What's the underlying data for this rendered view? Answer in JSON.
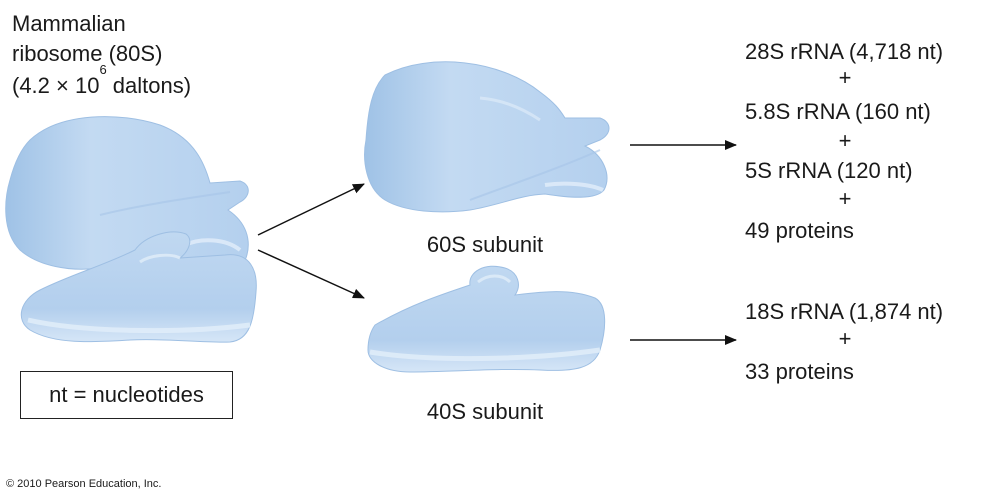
{
  "ribosome": {
    "label_line1": "Mammalian",
    "label_line2": "ribosome (80S)",
    "mass_prefix": "(4.2 × 10",
    "mass_exponent": "6",
    "mass_suffix": " daltons)"
  },
  "subunit_60s": {
    "label": "60S subunit",
    "components": [
      "28S rRNA (4,718 nt)",
      "5.8S rRNA (160 nt)",
      "5S rRNA (120 nt)",
      "49 proteins"
    ]
  },
  "subunit_40s": {
    "label": "40S subunit",
    "components": [
      "18S rRNA (1,874 nt)",
      "33 proteins"
    ]
  },
  "plus_sign": "+",
  "legend": "nt = nucleotides",
  "copyright": "© 2010 Pearson Education, Inc.",
  "colors": {
    "subunit_fill": "#b9d4ef",
    "subunit_shade": "#a2c3e6",
    "subunit_highlight": "#dde9f8",
    "arrow": "#111111"
  }
}
